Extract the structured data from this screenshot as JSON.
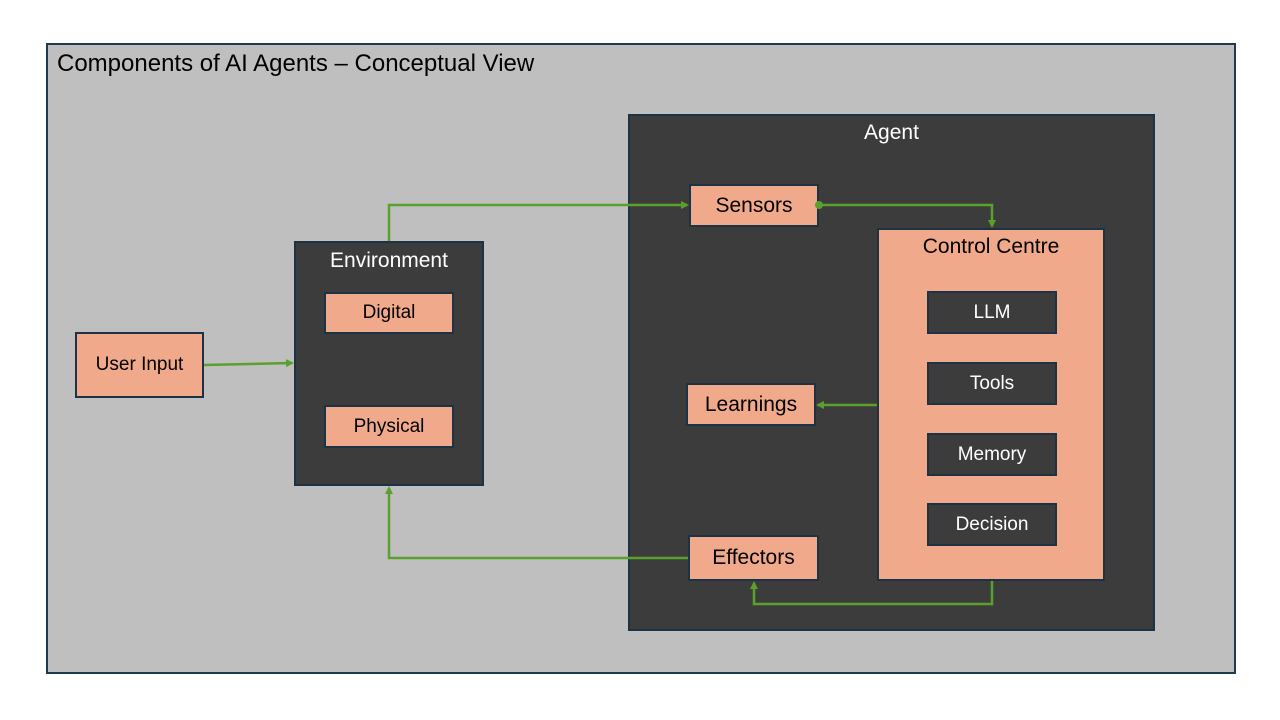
{
  "title": "Components of AI Agents – Conceptual View",
  "user_input": "User Input",
  "environment": {
    "title": "Environment",
    "items": [
      "Digital",
      "Physical"
    ]
  },
  "agent": {
    "title": "Agent",
    "sensors": "Sensors",
    "learnings": "Learnings",
    "effectors": "Effectors",
    "control_centre": {
      "title": "Control Centre",
      "items": [
        "LLM",
        "Tools",
        "Memory",
        "Decision"
      ]
    }
  },
  "colors": {
    "frame": "#bfbfbf",
    "dark_box": "#3c3c3c",
    "salmon_box": "#f0a98a",
    "border": "#1b3345",
    "arrow": "#5aa02c"
  }
}
